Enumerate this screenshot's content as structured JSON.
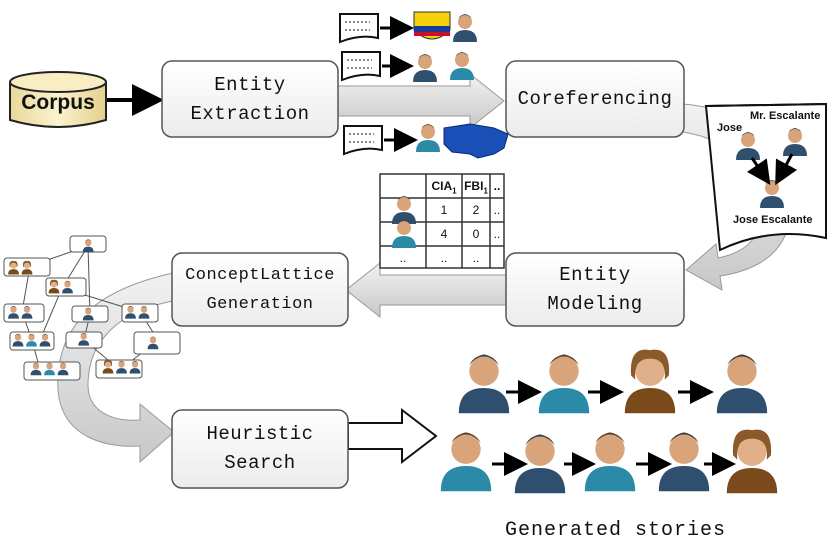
{
  "source": {
    "label": "Corpus"
  },
  "stages": [
    {
      "id": "entity_extraction",
      "lines": [
        "Entity",
        "Extraction"
      ]
    },
    {
      "id": "coreferencing",
      "lines": [
        "Coreferencing"
      ]
    },
    {
      "id": "entity_modeling",
      "lines": [
        "Entity",
        "Modeling"
      ]
    },
    {
      "id": "concept_lattice",
      "lines": [
        "ConceptLattice",
        "Generation"
      ]
    },
    {
      "id": "heuristic_search",
      "lines": [
        "Heuristic",
        "Search"
      ]
    }
  ],
  "coref_example": {
    "mentions": [
      "Mr. Escalante",
      "Jose"
    ],
    "resolved": "Jose Escalante"
  },
  "entity_table": {
    "headers": [
      "CIA",
      "FBI",
      ".."
    ],
    "header_subscripts": [
      "1",
      "1",
      ""
    ],
    "rows": [
      [
        "1",
        "2",
        ".."
      ],
      [
        "4",
        "0",
        ".."
      ],
      [
        "..",
        "..",
        ".."
      ]
    ]
  },
  "output": {
    "caption": "Generated stories"
  },
  "icons": [
    "corpus-cylinder-icon",
    "document-icon",
    "flag-icon",
    "person-icon",
    "usa-map-icon",
    "lattice-icon"
  ],
  "colors": {
    "box_fill": "#ffffff",
    "box_stroke": "#444444",
    "arrow_fill": "#d9d9d9",
    "corpus_fill": "#f4e7b3"
  }
}
